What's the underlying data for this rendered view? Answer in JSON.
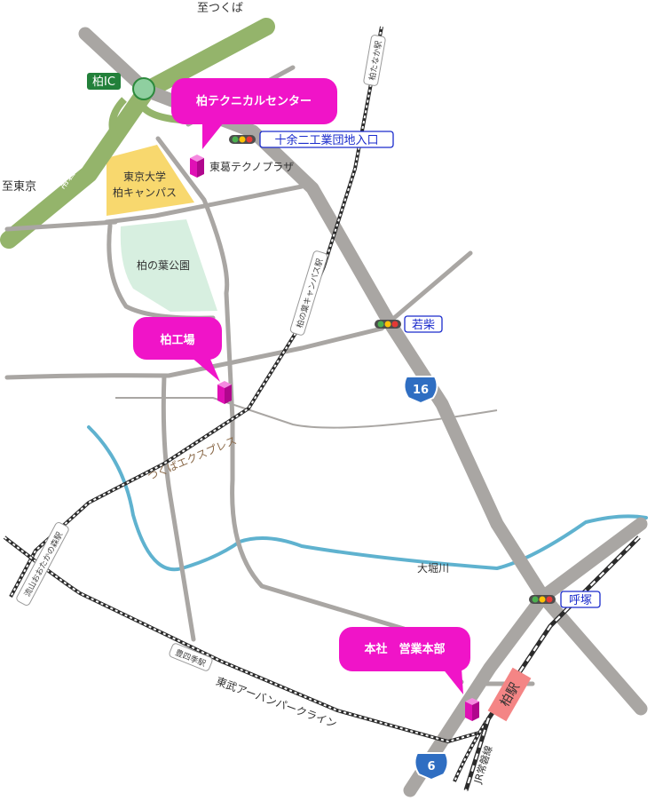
{
  "directions": {
    "north": "至つくば",
    "west": "至東京"
  },
  "interchange": {
    "label": "柏IC"
  },
  "expressway": {
    "label": "常磐自動車道"
  },
  "routes": {
    "r16": "16",
    "r6": "6"
  },
  "intersections": [
    {
      "label": "十余二工業団地入口"
    },
    {
      "label": "若柴"
    },
    {
      "label": "呼塚"
    }
  ],
  "places": {
    "tech_plaza": "東葛テクノプラザ",
    "campus_line1": "東京大学",
    "campus_line2": "柏キャンパス",
    "park": "柏の葉公園",
    "river": "大堀川"
  },
  "callouts": {
    "tech_center": "柏テクニカルセンター",
    "factory": "柏工場",
    "hq": "本社　営業本部"
  },
  "railways": {
    "tsukuba_express": "つくばエクスプレス",
    "tobu": "東武アーバンパークライン",
    "jr": "JR常磐線"
  },
  "stations": {
    "kashiwa": "柏駅",
    "kashiwatanaka": "柏たなか駅",
    "kashiwanoha": "柏の葉キャンパス駅",
    "nagareyama": "流山おおたかの森駅",
    "toyoshiki": "豊四季駅"
  },
  "colors": {
    "road": "#a9a6a3",
    "expressway": "#94b46b",
    "river": "#5fb2cf",
    "campus": "#f8d86e",
    "park": "#d7efe0",
    "callout": "#f014c8",
    "station_box": "#f48585",
    "label_border": "#1a2bcc",
    "route_shield": "#2f6ec2"
  }
}
